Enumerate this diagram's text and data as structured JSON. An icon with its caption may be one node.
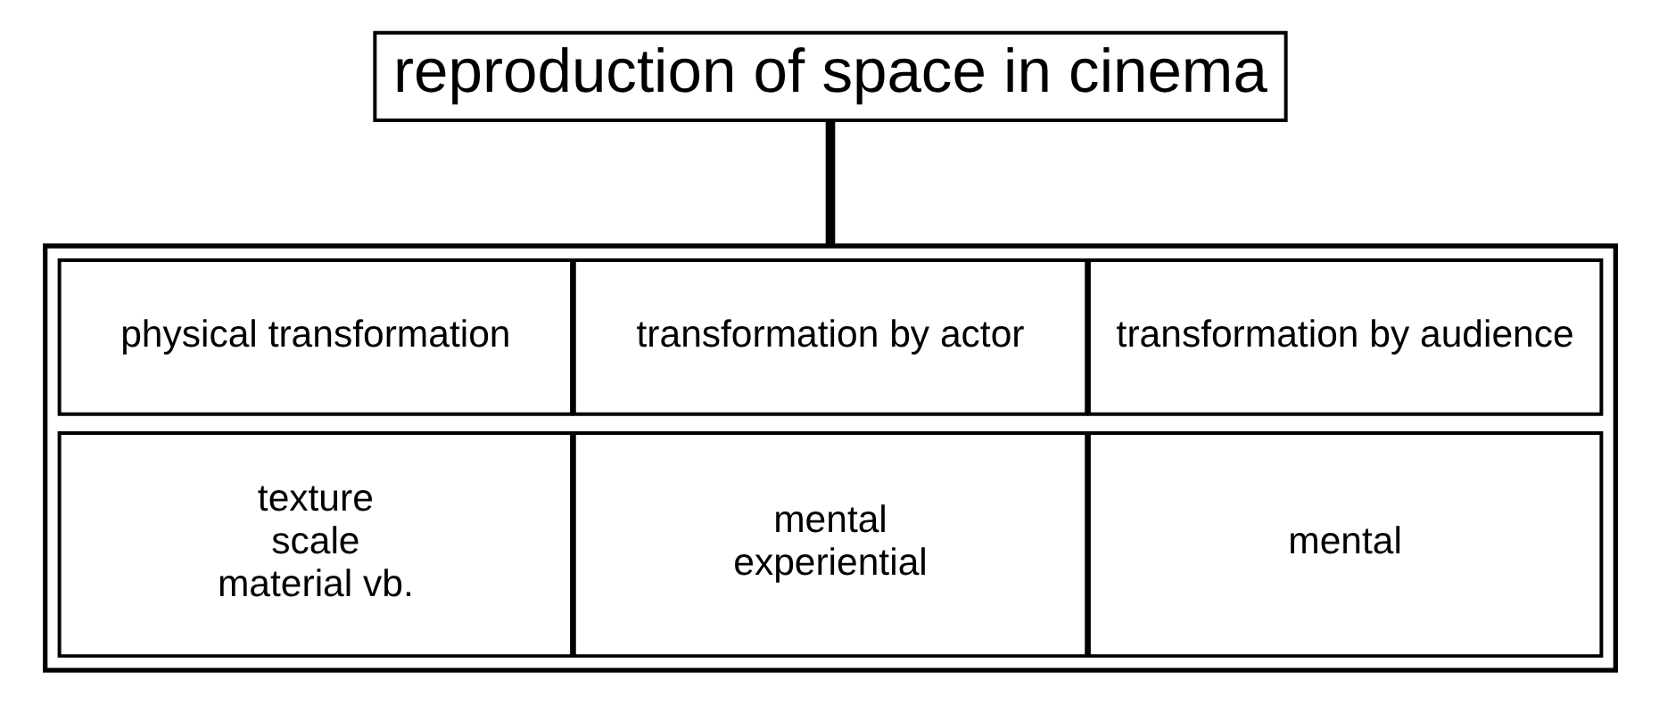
{
  "diagram": {
    "nodes": [
      {
        "text": [
          "reproduction of space in cinema"
        ]
      },
      {
        "text": [],
        "shape": "box"
      },
      {
        "text": [
          "physical transformation"
        ],
        "in": 1
      },
      {
        "text": [
          "transformation by actor"
        ],
        "in": 1
      },
      {
        "text": [
          "transformation by audience"
        ],
        "in": 1
      },
      {
        "text": [
          "texture",
          "scale",
          "material vb."
        ],
        "in": 1
      },
      {
        "text": [
          "mental",
          "experiential"
        ],
        "in": 1
      },
      {
        "text": [
          "mental"
        ],
        "in": 1
      }
    ],
    "edges": [
      {
        "from": 0,
        "to": 1,
        "arrow": "none"
      }
    ]
  }
}
